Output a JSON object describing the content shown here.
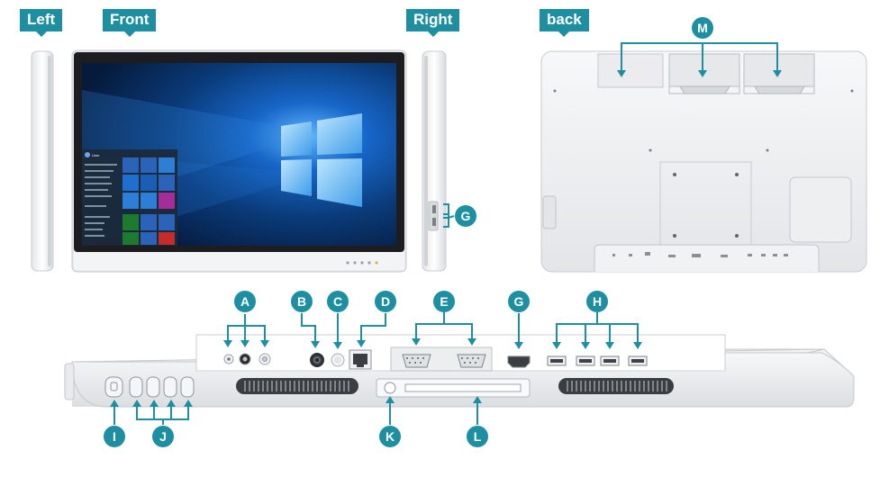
{
  "view_labels": {
    "left": "Left",
    "front": "Front",
    "right": "Right",
    "back": "back"
  },
  "callouts": {
    "a": "A",
    "b": "B",
    "c": "C",
    "d": "D",
    "e": "E",
    "f": "G",
    "g": "G",
    "h": "H",
    "i": "I",
    "j": "J",
    "k": "K",
    "l": "L",
    "m": "M"
  },
  "colors": {
    "accent": "#1e8fa1",
    "device_body": "#f2f3f4",
    "screen_bezel": "#1d1d1f",
    "wallpaper": "#0a3a78"
  }
}
